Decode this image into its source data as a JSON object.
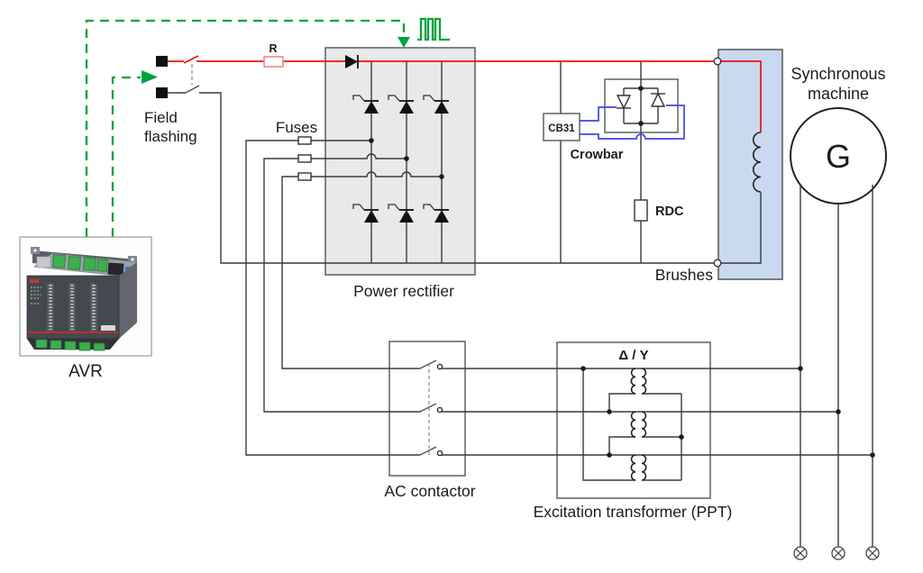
{
  "colors": {
    "signal_green": "#00a33c",
    "dc_red": "#ee1111",
    "resistor_red": "#f08080",
    "gate_blue": "#3c44ee",
    "brushes_fill": "#c8d9f0",
    "rectifier_fill": "#e9e9e9",
    "wire_gray": "#3a3a3a",
    "text_color": "#1c1c1c"
  },
  "diagram": {
    "avr": {
      "label": "AVR"
    },
    "field_flashing": {
      "line1": "Field",
      "line2": "flashing"
    },
    "series_resistor": {
      "label": "R"
    },
    "fuses": {
      "label": "Fuses"
    },
    "power_rectifier": {
      "label": "Power rectifier"
    },
    "crowbar": {
      "controller": "CB31",
      "label": "Crowbar"
    },
    "discharge_resistor": {
      "label": "RDC"
    },
    "brushes": {
      "label": "Brushes"
    },
    "machine": {
      "line1": "Synchronous",
      "line2": "machine",
      "symbol": "G"
    },
    "ac_contactor": {
      "label": "AC contactor"
    },
    "transformer": {
      "vector_group": "Δ / Y",
      "label": "Excitation transformer (PPT)"
    }
  }
}
